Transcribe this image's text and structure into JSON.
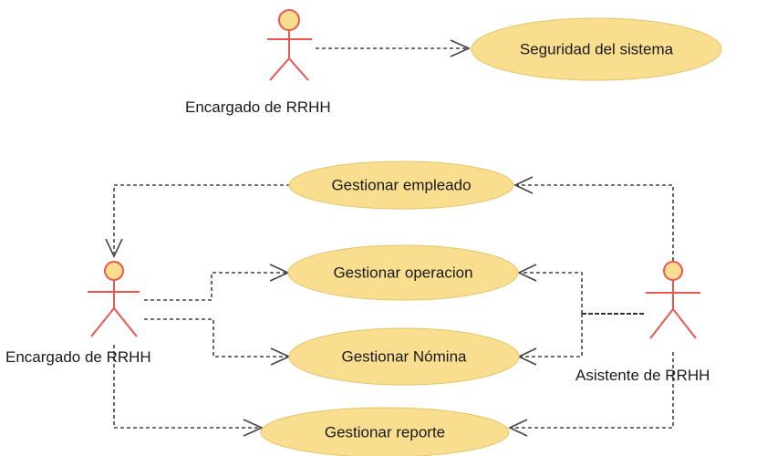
{
  "actors": {
    "top": {
      "label": "Encargado de RRHH"
    },
    "left": {
      "label": "Encargado de RRHH"
    },
    "right": {
      "label": "Asistente de RRHH"
    }
  },
  "use_cases": {
    "seguridad": "Seguridad del sistema",
    "empleado": "Gestionar empleado",
    "operacion": "Gestionar operacion",
    "nomina": "Gestionar Nómina",
    "reporte": "Gestionar reporte"
  },
  "colors": {
    "use_case_fill": "#f8de8e",
    "actor_stroke": "#e8584c",
    "connector": "#444444"
  }
}
